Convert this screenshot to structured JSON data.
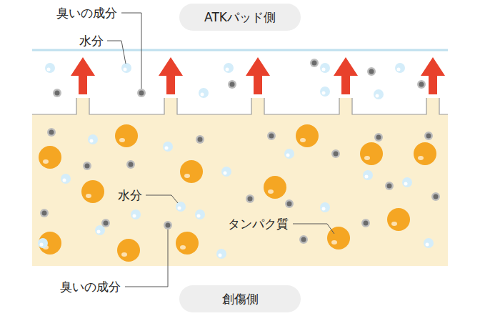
{
  "diagram": {
    "nodes": [
      {
        "text": [
          "ATKパッド側"
        ]
      },
      {
        "text": [
          "創傷側"
        ]
      }
    ],
    "labels": [
      "臭いの成分",
      "水分",
      "水分",
      "タンパク質",
      "臭いの成分"
    ]
  }
}
